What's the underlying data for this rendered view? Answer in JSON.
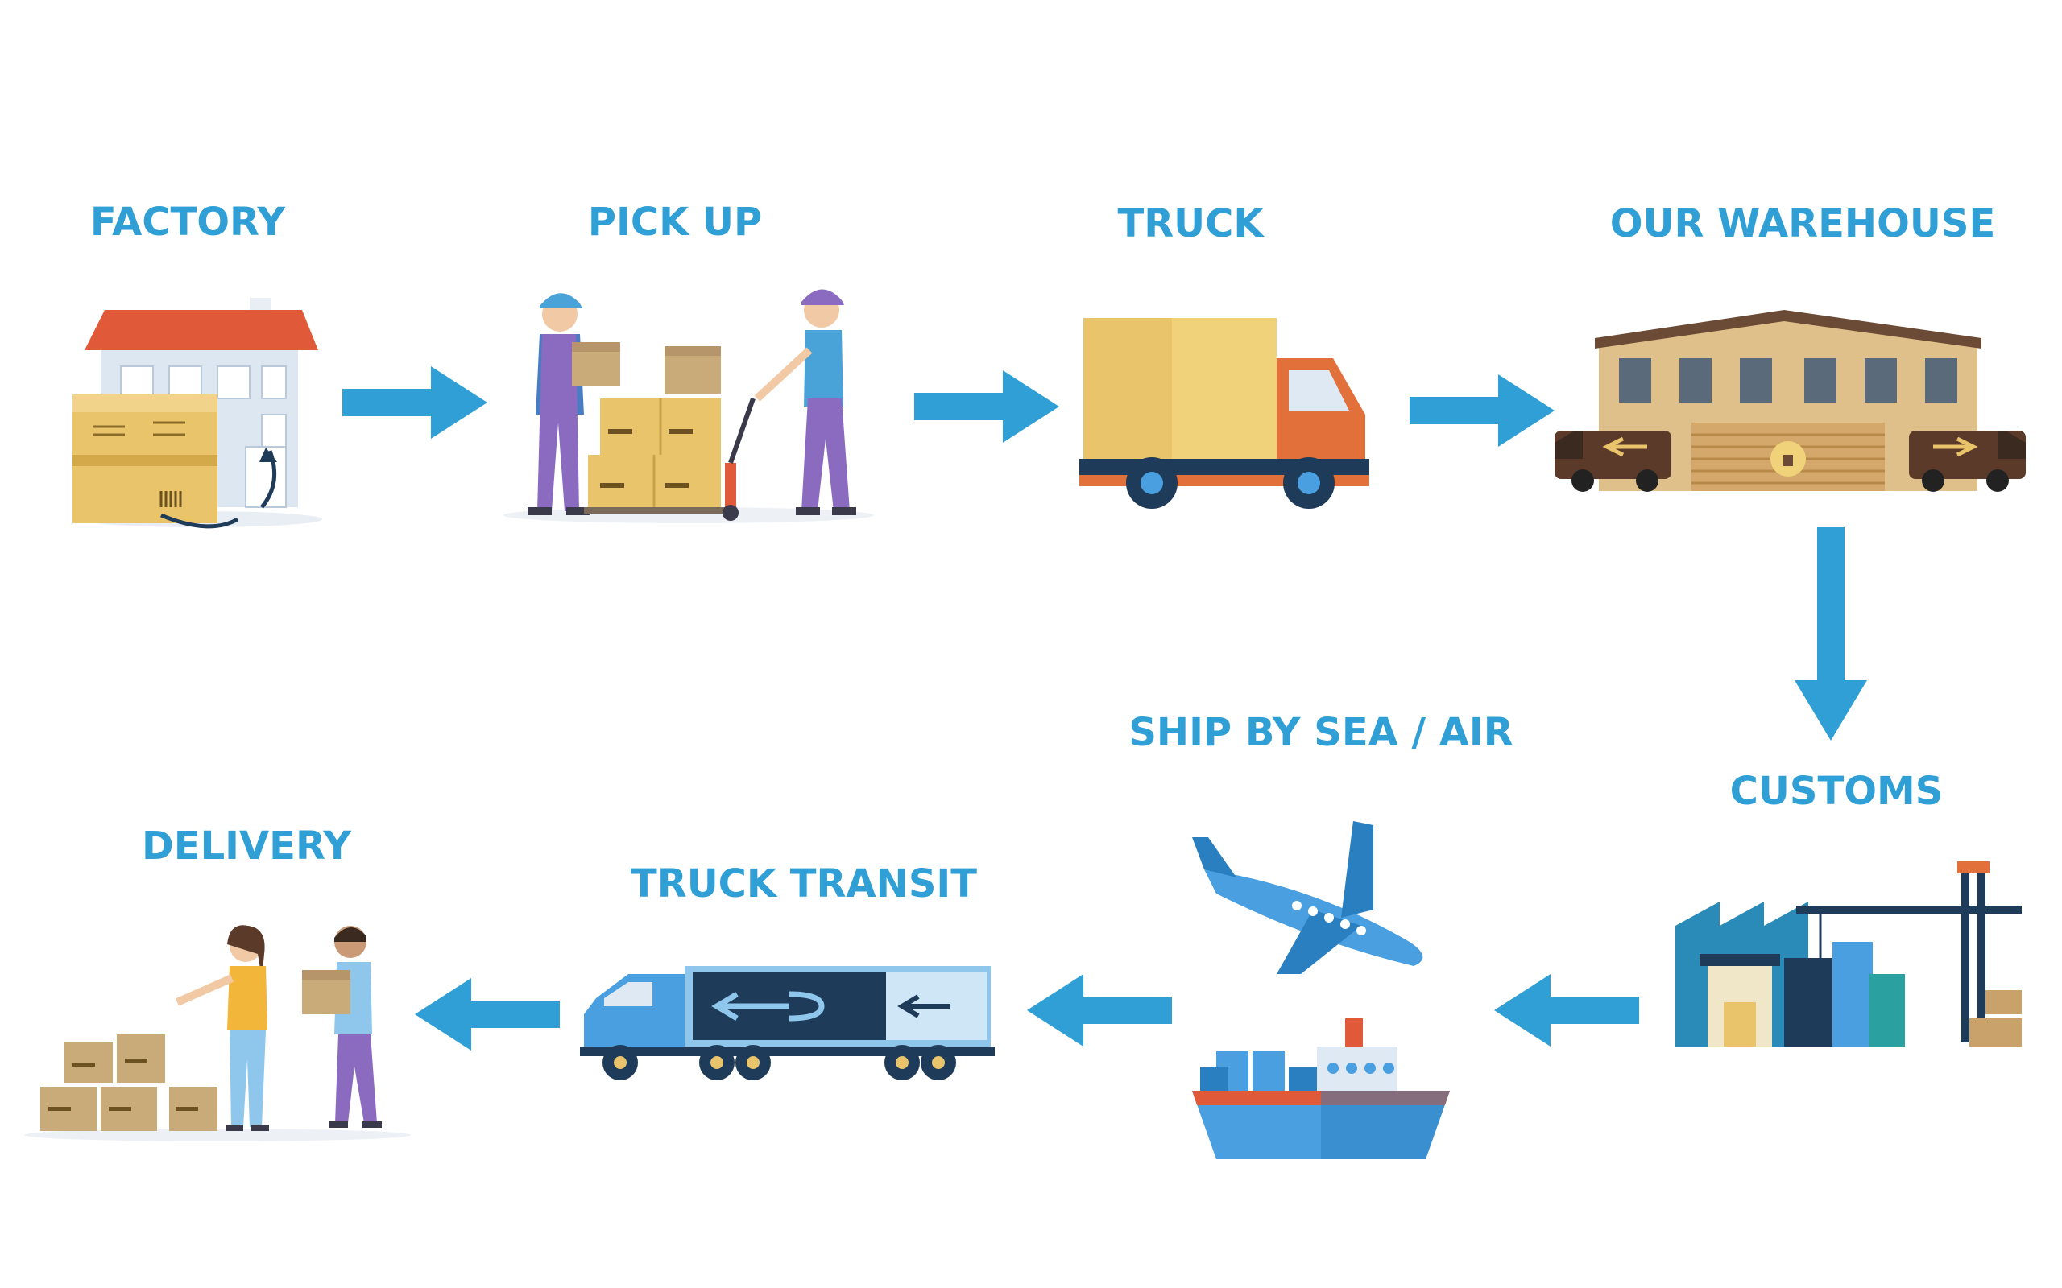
{
  "colors": {
    "label": "#2f9fd6",
    "arrow": "#2f9fd6",
    "box": "#e9c46a",
    "roof": "#e05a3a",
    "truck_orange": "#e2703a",
    "ship_blue": "#4a9fe0",
    "navy": "#1f3b5a"
  },
  "steps": [
    {
      "id": "factory",
      "label": "FACTORY",
      "icon": "factory-icon"
    },
    {
      "id": "pickup",
      "label": "PICK UP",
      "icon": "workers-loading-boxes-icon"
    },
    {
      "id": "truck",
      "label": "TRUCK",
      "icon": "box-truck-icon"
    },
    {
      "id": "warehouse",
      "label": "OUR WAREHOUSE",
      "icon": "warehouse-icon"
    },
    {
      "id": "customs",
      "label": "CUSTOMS",
      "icon": "port-crane-icon"
    },
    {
      "id": "ship",
      "label": "SHIP BY SEA / AIR",
      "icon": "plane-and-ship-icon"
    },
    {
      "id": "transit",
      "label": "TRUCK TRANSIT",
      "icon": "semi-truck-icon"
    },
    {
      "id": "delivery",
      "label": "DELIVERY",
      "icon": "package-handover-icon"
    }
  ],
  "flow": [
    {
      "from": "factory",
      "to": "pickup",
      "direction": "right"
    },
    {
      "from": "pickup",
      "to": "truck",
      "direction": "right"
    },
    {
      "from": "truck",
      "to": "warehouse",
      "direction": "right"
    },
    {
      "from": "warehouse",
      "to": "customs",
      "direction": "down"
    },
    {
      "from": "customs",
      "to": "ship",
      "direction": "left"
    },
    {
      "from": "ship",
      "to": "transit",
      "direction": "left"
    },
    {
      "from": "transit",
      "to": "delivery",
      "direction": "left"
    }
  ]
}
